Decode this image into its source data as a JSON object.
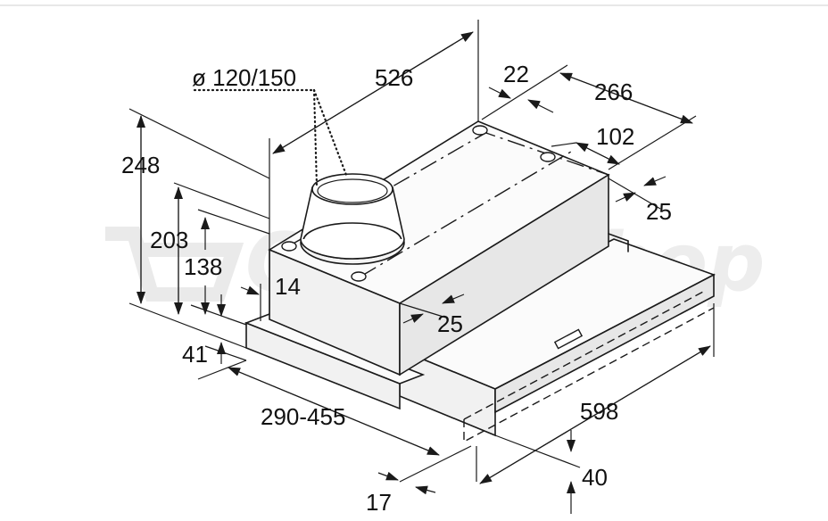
{
  "watermark": "OnlineShop",
  "labels": {
    "duct_diameter": "ø 120/150",
    "depth_526": "526",
    "d22": "22",
    "d266": "266",
    "d102": "102",
    "d25_right": "25",
    "d248": "248",
    "d203": "203",
    "d138": "138",
    "d14": "14",
    "d25_front": "25",
    "d41": "41",
    "range_290_455": "290-455",
    "width_598": "598",
    "d40": "40",
    "d17": "17"
  }
}
